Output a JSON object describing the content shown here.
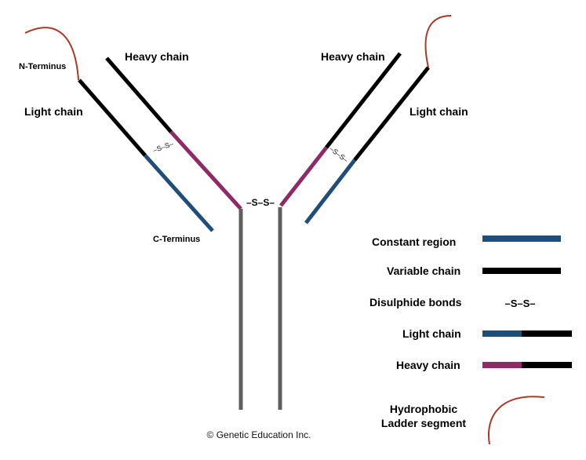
{
  "labels": {
    "n_terminus": "N-Terminus",
    "c_terminus": "C-Terminus",
    "heavy_chain_left": "Heavy chain",
    "heavy_chain_right": "Heavy chain",
    "light_chain_left": "Light chain",
    "light_chain_right": "Light chain",
    "disulphide_left": "–S–S–",
    "disulphide_right": "–S–S–",
    "disulphide_hinge": "–S–S–",
    "copyright": "© Genetic Education Inc."
  },
  "legend": {
    "constant_region": "Constant region",
    "variable_chain": "Variable chain",
    "disulphide_bonds": "Disulphide bonds",
    "disulphide_symbol": "–S–S–",
    "light_chain": "Light chain",
    "heavy_chain": "Heavy chain",
    "hydrophobic_line1": "Hydrophobic",
    "hydrophobic_line2": "Ladder segment"
  },
  "colors": {
    "constant": "#1f4e79",
    "variable": "#000000",
    "heavy": "#8e2a66",
    "stem": "#5f5f5f",
    "hydrophobic": "#a83a2a"
  }
}
